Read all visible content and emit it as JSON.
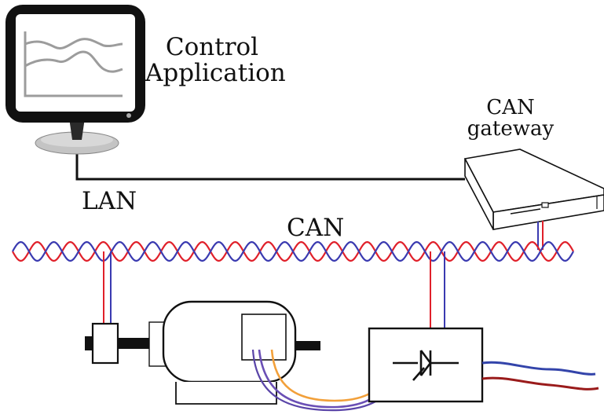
{
  "labels": {
    "control_line1": "Control",
    "control_line2": "Application",
    "gateway_line1": "CAN",
    "gateway_line2": "gateway",
    "lan": "LAN",
    "can": "CAN"
  },
  "colors": {
    "can_high": "#e0202a",
    "can_low": "#3a3ab0",
    "phase_blue": "#3344aa",
    "phase_red": "#9a1b1b",
    "phase_purple": "#6a4fb5",
    "phase_orange": "#f2a03a",
    "outline": "#111111",
    "graph_lines": "#999999",
    "stand_grey": "#bdbdbd"
  },
  "icons": {
    "monitor": "monitor-icon",
    "gateway": "router-box-icon",
    "motor": "electric-motor-icon",
    "drive": "thyristor-converter-icon"
  }
}
